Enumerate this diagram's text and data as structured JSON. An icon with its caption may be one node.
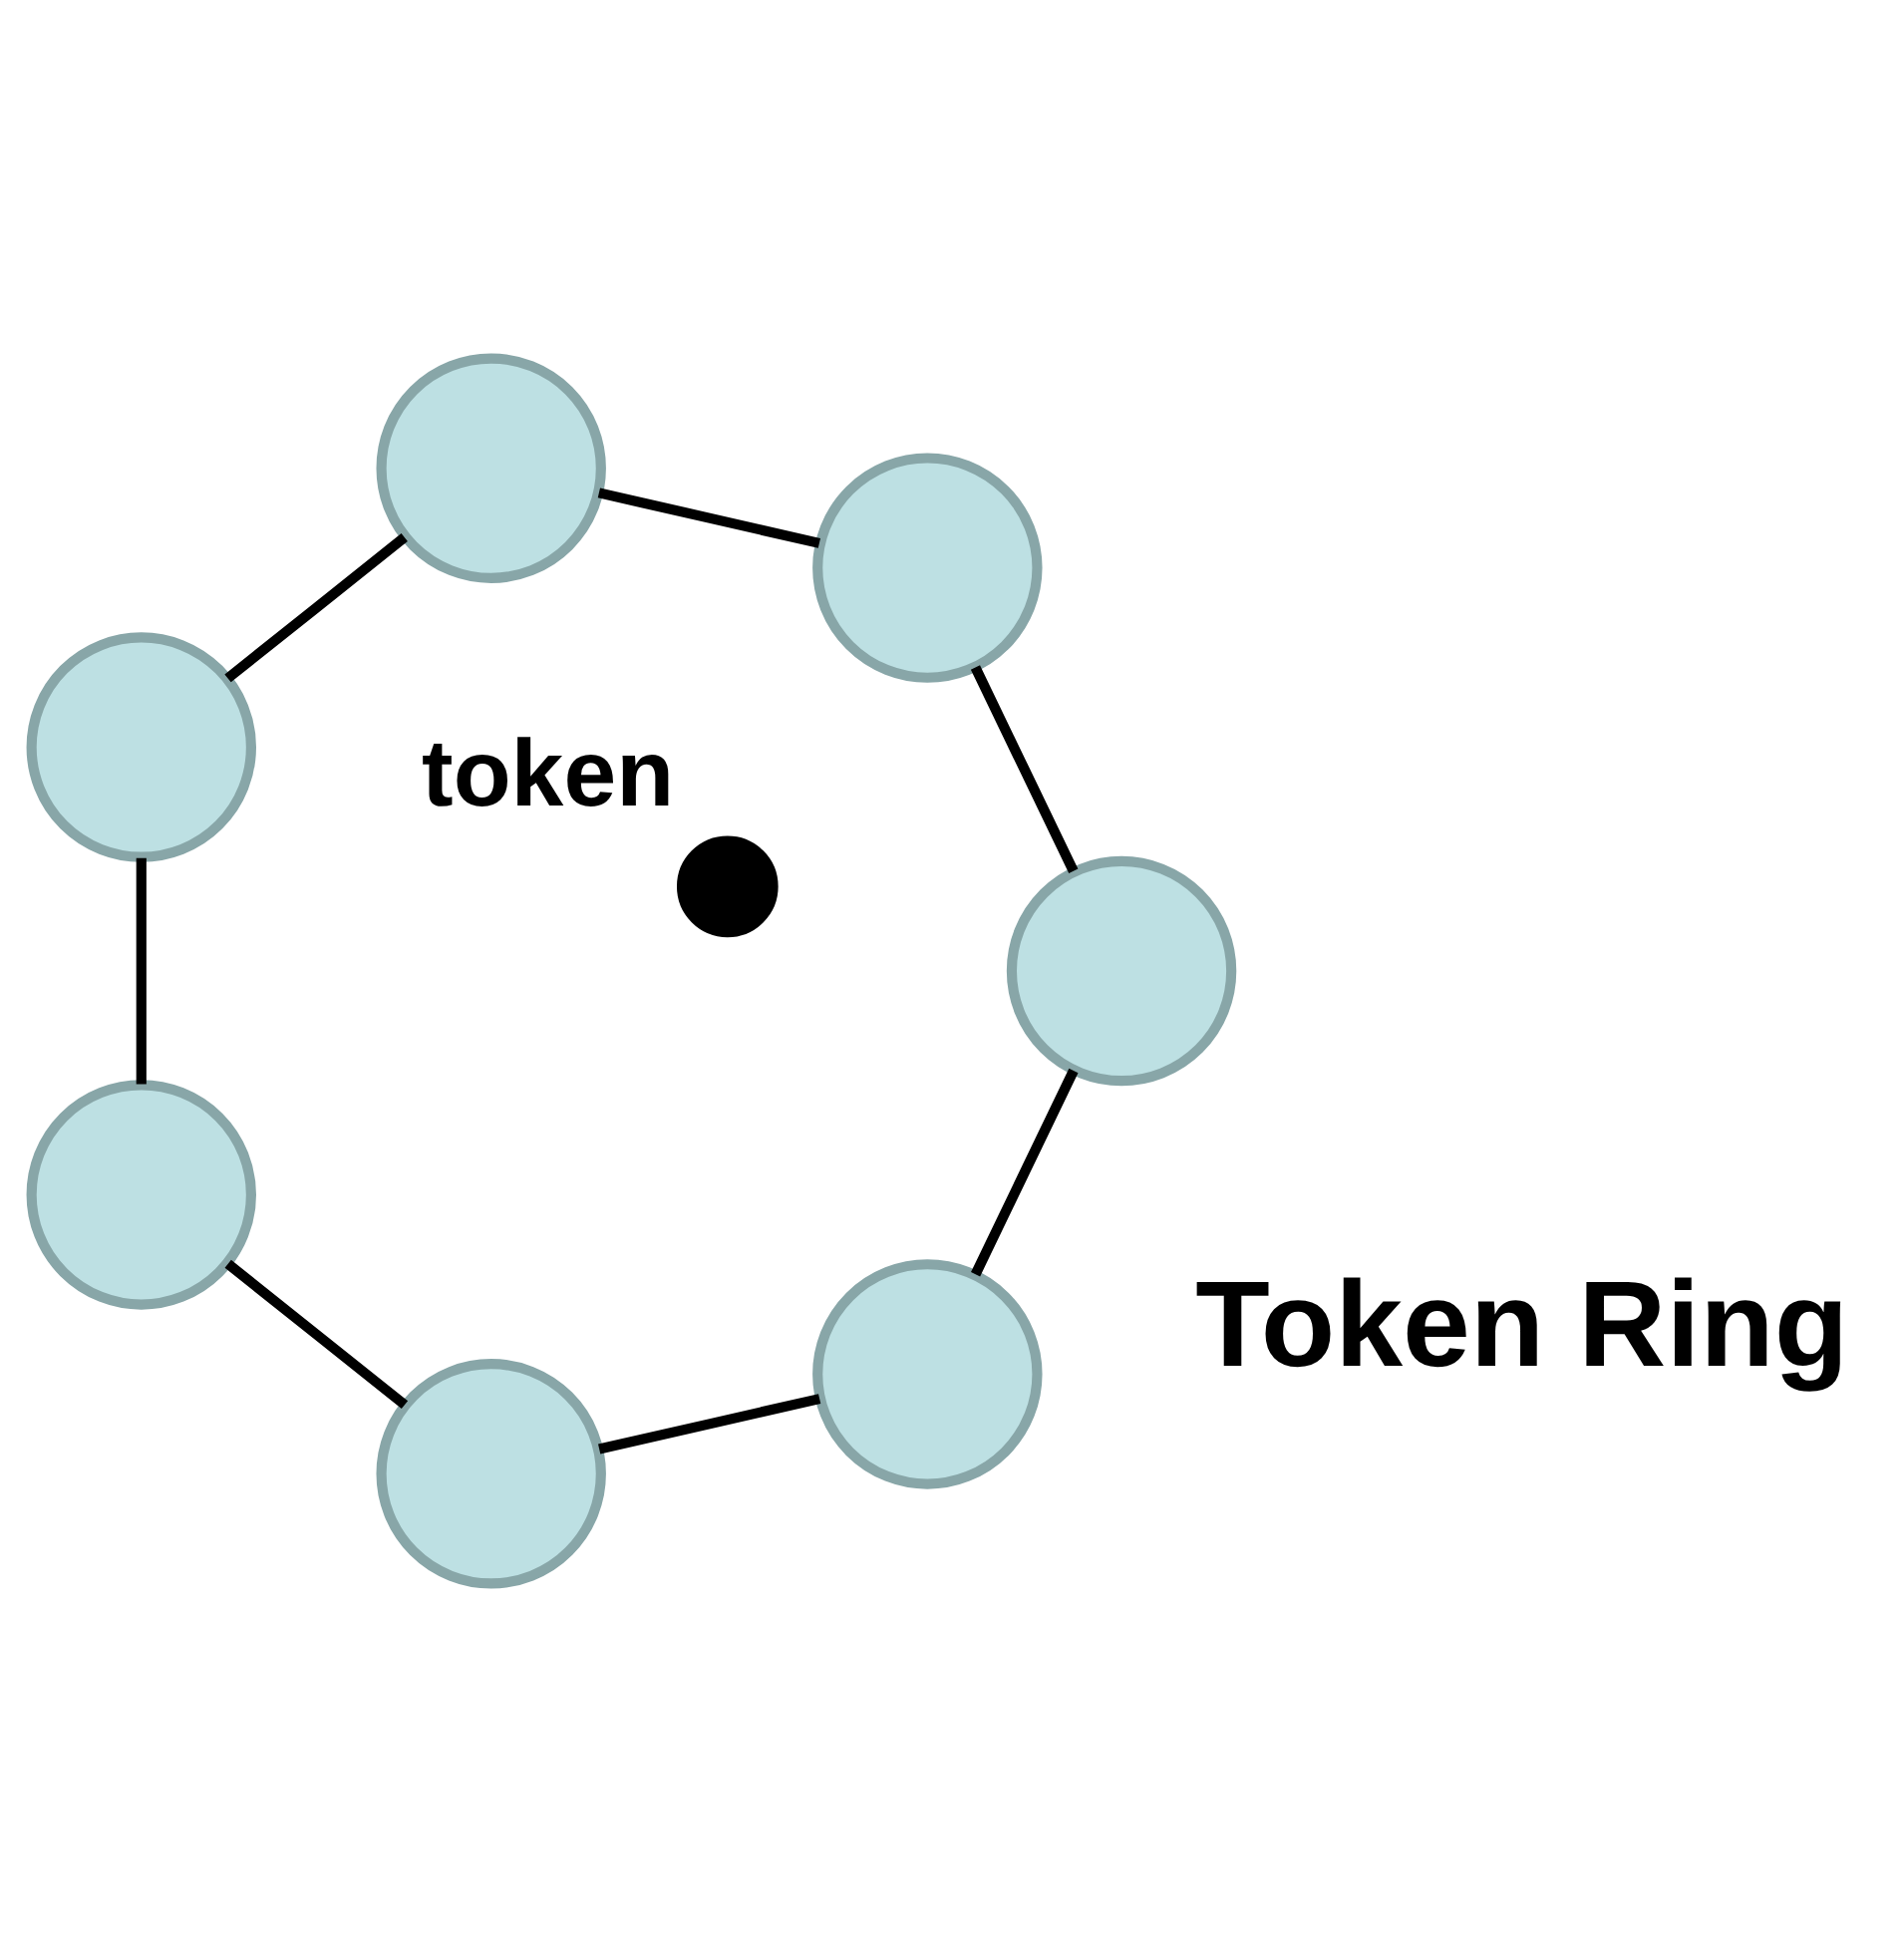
{
  "diagram": {
    "nodes": [
      {
        "text": [],
        "shape": "circle"
      },
      {
        "text": [],
        "shape": "circle"
      },
      {
        "text": [],
        "shape": "circle"
      },
      {
        "text": [],
        "shape": "circle"
      },
      {
        "text": [],
        "shape": "circle"
      },
      {
        "text": [],
        "shape": "circle"
      },
      {
        "text": [],
        "shape": "circle"
      },
      {
        "text": [],
        "shape": "circle",
        "beside": [
          "token"
        ]
      }
    ],
    "edges": [
      {
        "from": 0,
        "to": 1,
        "arrow": "none"
      },
      {
        "from": 1,
        "to": 2,
        "arrow": "none"
      },
      {
        "from": 2,
        "to": 3,
        "arrow": "none"
      },
      {
        "from": 3,
        "to": 4,
        "arrow": "none"
      },
      {
        "from": 4,
        "to": 5,
        "arrow": "none"
      },
      {
        "from": 5,
        "to": 6,
        "arrow": "none"
      },
      {
        "from": 6,
        "to": 0,
        "arrow": "none"
      }
    ],
    "labels": [
      "Token Ring"
    ]
  }
}
